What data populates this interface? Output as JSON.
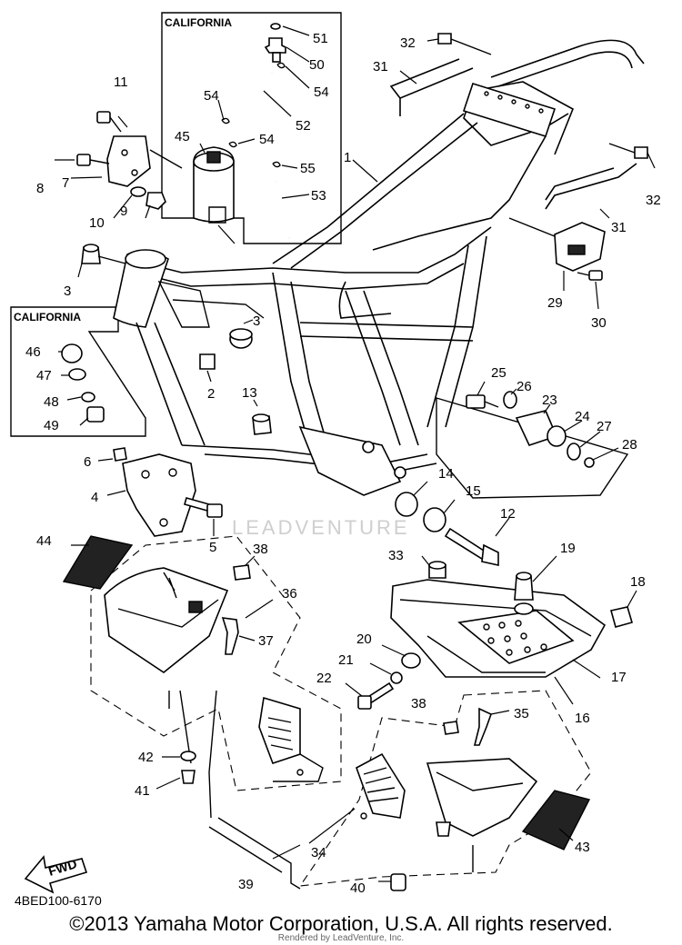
{
  "inset_labels": {
    "upper": "CALIFORNIA",
    "left": "CALIFORNIA"
  },
  "callouts": {
    "c1": "1",
    "c2": "2",
    "c3a": "3",
    "c3b": "3",
    "c4": "4",
    "c5": "5",
    "c6": "6",
    "c7": "7",
    "c8": "8",
    "c9": "9",
    "c10": "10",
    "c11": "11",
    "c12": "12",
    "c13": "13",
    "c14": "14",
    "c15": "15",
    "c16": "16",
    "c17": "17",
    "c18": "18",
    "c19": "19",
    "c20": "20",
    "c21": "21",
    "c22": "22",
    "c23": "23",
    "c24": "24",
    "c25": "25",
    "c26": "26",
    "c27": "27",
    "c28": "28",
    "c29": "29",
    "c30": "30",
    "c31a": "31",
    "c31b": "31",
    "c32a": "32",
    "c32b": "32",
    "c33": "33",
    "c34": "34",
    "c35": "35",
    "c36": "36",
    "c37": "37",
    "c38a": "38",
    "c38b": "38",
    "c39": "39",
    "c40": "40",
    "c41": "41",
    "c42": "42",
    "c43": "43",
    "c44": "44",
    "c45": "45",
    "c46": "46",
    "c47": "47",
    "c48": "48",
    "c49": "49",
    "c50": "50",
    "c51": "51",
    "c52": "52",
    "c53": "53",
    "c54a": "54",
    "c54b": "54",
    "c54c": "54",
    "c55": "55"
  },
  "fwd_label": "FWD",
  "diagram_code": "4BED100-6170",
  "watermark": "LEADVENTURE",
  "footer": {
    "copyright": "©2013 Yamaha Motor Corporation, U.S.A. All rights reserved.",
    "rendered_by": "Rendered by LeadVenture, Inc."
  }
}
